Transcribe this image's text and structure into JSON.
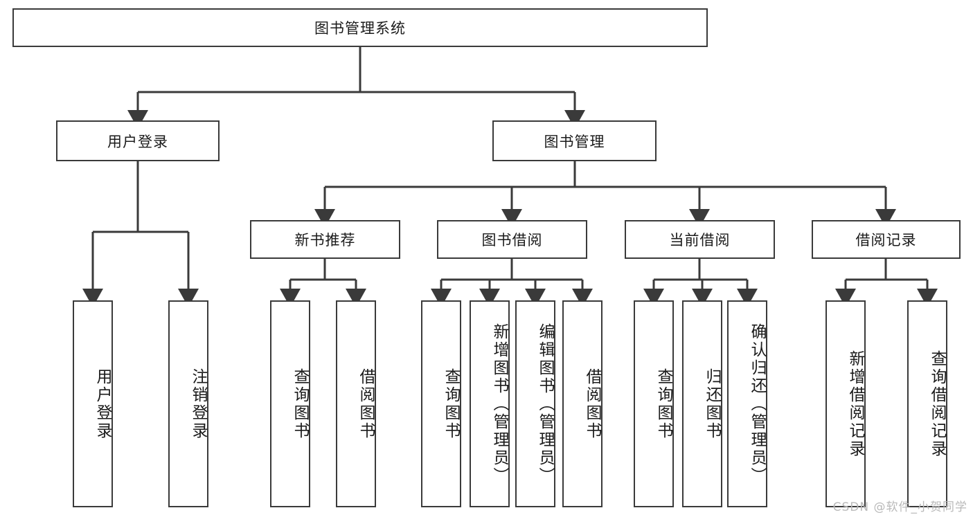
{
  "diagram": {
    "type": "tree",
    "title": "图书管理系统",
    "root": {
      "label": "图书管理系统"
    },
    "level2": [
      {
        "label": "用户登录"
      },
      {
        "label": "图书管理"
      }
    ],
    "level3": [
      {
        "label": "新书推荐"
      },
      {
        "label": "图书借阅"
      },
      {
        "label": "当前借阅"
      },
      {
        "label": "借阅记录"
      }
    ],
    "leaves": {
      "user_login": [
        {
          "label": "用户登录"
        },
        {
          "label": "注销登录"
        }
      ],
      "new_book": [
        {
          "label": "查询图书"
        },
        {
          "label": "借阅图书"
        }
      ],
      "book_borrow": [
        {
          "label": "查询图书"
        },
        {
          "label": "新增图书（管理员）"
        },
        {
          "label": "编辑图书（管理员）"
        },
        {
          "label": "借阅图书"
        }
      ],
      "current_borrow": [
        {
          "label": "查询图书"
        },
        {
          "label": "归还图书"
        },
        {
          "label": "确认归还（管理员）"
        }
      ],
      "borrow_record": [
        {
          "label": "新增借阅记录"
        },
        {
          "label": "查询借阅记录"
        }
      ]
    }
  },
  "watermark": {
    "text": "CSDN @软件_小贺同学"
  },
  "colors": {
    "stroke": "#3a3a3a",
    "background": "#ffffff",
    "text": "#1a1a1a",
    "watermark": "#b9b9b9"
  }
}
